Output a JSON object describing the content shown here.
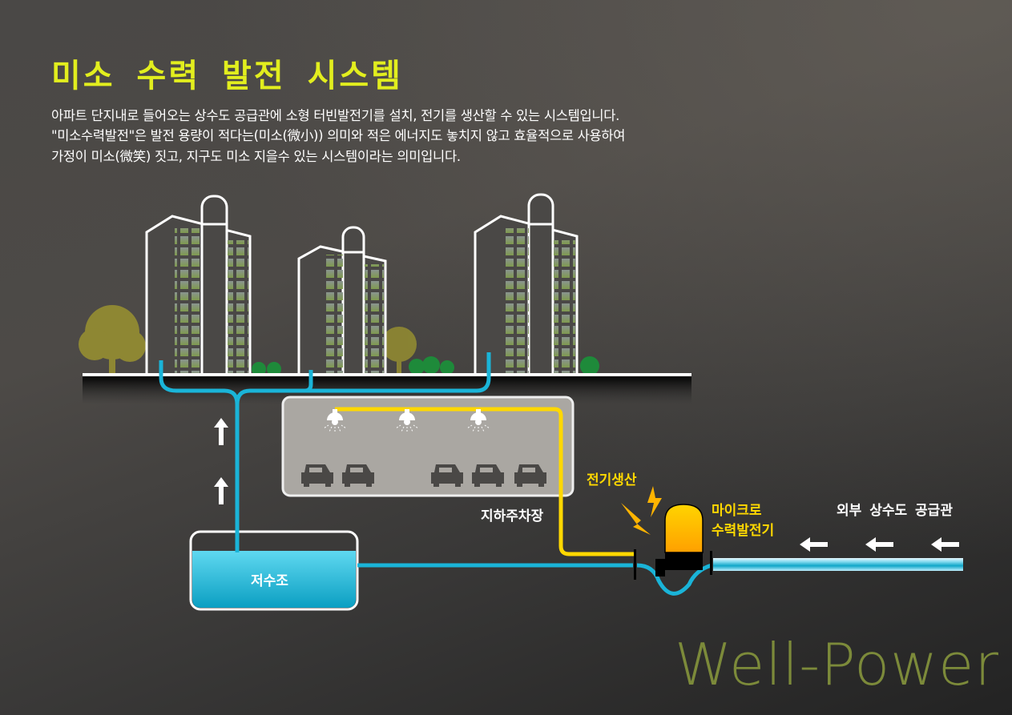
{
  "title": "미소 수력 발전 시스템",
  "description": [
    "아파트 단지내로 들어오는 상수도 공급관에 소형 터빈발전기를 설치, 전기를 생산할 수 있는 시스템입니다.",
    "\"미소수력발전\"은 발전 용량이 적다는(미소(微小)) 의미와 적은 에너지도 놓치지 않고 효율적으로 사용하여",
    "가정이 미소(微笑) 짓고, 지구도 미소 지을수 있는 시스템이라는 의미입니다."
  ],
  "labels": {
    "parking": "지하주차장",
    "reservoir": "저수조",
    "power_generation": "전기생산",
    "generator_line1": "마이크로",
    "generator_line2": "수력발전기",
    "external_pipe": "외부 상수도 공급관"
  },
  "brand": "Well-Power",
  "colors": {
    "title": "#e2ee1e",
    "water": "#1ab4d8",
    "power": "#ffd800",
    "brand": "#7c8a3a"
  }
}
